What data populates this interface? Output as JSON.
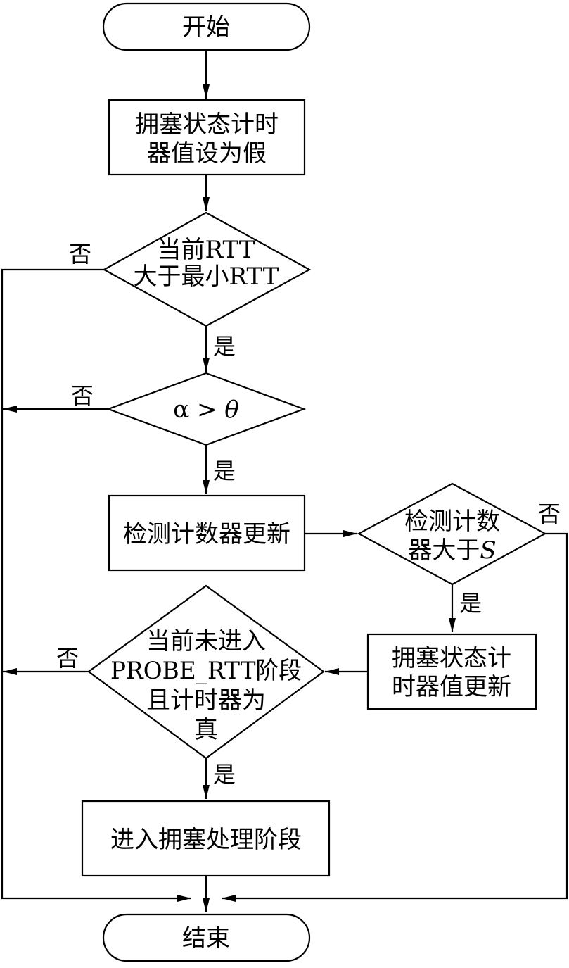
{
  "nodes": {
    "start": "开始",
    "init_line1": "拥塞状态计时",
    "init_line2": "器值设为假",
    "rtt_line1": "当前RTT",
    "rtt_line2": "大于最小RTT",
    "cmp_alpha": "α",
    "cmp_op": " > ",
    "cmp_theta": "θ",
    "counter_update": "检测计数器更新",
    "count_line1": "检测计数",
    "count_line2": "器大于",
    "count_var": "S",
    "timer_line1": "拥塞状态计",
    "timer_line2": "时器值更新",
    "probe_line1": "当前未进入",
    "probe_line2": "PROBE_RTT阶段",
    "probe_line3": "且计时器为",
    "probe_line4": "真",
    "enter": "进入拥塞处理阶段",
    "end": "结束"
  },
  "edges": {
    "yes": "是",
    "no": "否"
  }
}
